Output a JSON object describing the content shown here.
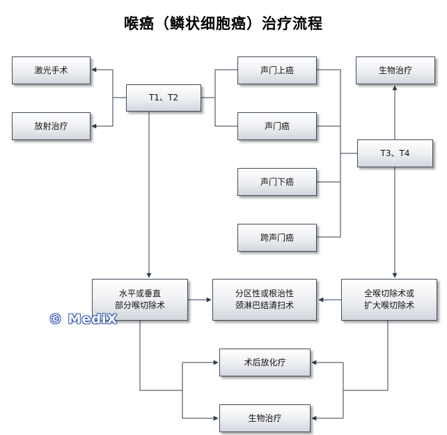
{
  "title": "喉癌（鳞状细胞癌）治疗流程",
  "nodes": {
    "laser": "激光手术",
    "radio": "放射治疗",
    "t12": "T1、T2",
    "supra": "声门上癌",
    "glottic": "声门癌",
    "sub": "声门下癌",
    "trans": "跨声门癌",
    "bio_top": "生物治疗",
    "t34": "T3、T4",
    "partial": "水平或垂直\n部分喉切除术",
    "neck": "分区性或根治性\n颈淋巴结清扫术",
    "total": "全喉切除术或\n扩大喉切除术",
    "postrt": "术后放化疗",
    "bio_bottom": "生物治疗"
  },
  "watermark": "© MediX"
}
